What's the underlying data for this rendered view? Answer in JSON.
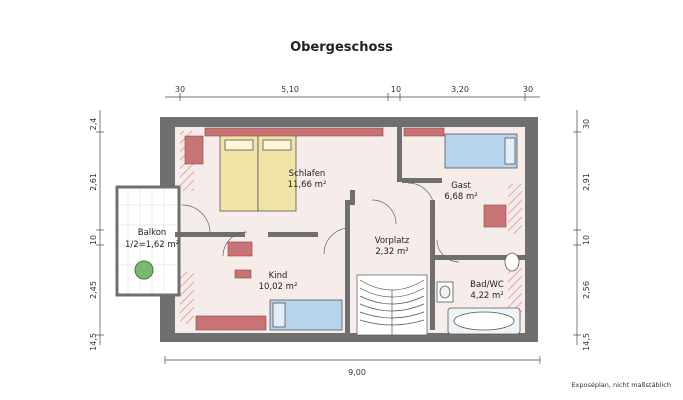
{
  "title": "Obergeschoss",
  "note": "Exposéplan, nicht maßstäblich",
  "dims": {
    "top": [
      "30",
      "5,10",
      "10",
      "3,20",
      "30"
    ],
    "bottom": "9,00",
    "left": [
      "2,4",
      "2,61",
      "10",
      "2,45",
      "14,5"
    ],
    "right": [
      "30",
      "2,91",
      "10",
      "2,56",
      "14,5"
    ]
  },
  "rooms": [
    {
      "name": "Schlafen",
      "area": "11,66 m²"
    },
    {
      "name": "Gast",
      "area": "6,68 m²"
    },
    {
      "name": "Balkon",
      "area": "1/2=1,62 m²"
    },
    {
      "name": "Vorplatz",
      "area": "2,32 m²"
    },
    {
      "name": "Kind",
      "area": "10,02 m²"
    },
    {
      "name": "Bad/WC",
      "area": "4,22 m²"
    }
  ],
  "colors": {
    "wall": "#6f6f6f",
    "floor": "#f6ecea",
    "bed_yellow": "#f2e3a6",
    "bed_blue": "#b8d3ec",
    "furniture_red": "#c87474"
  }
}
